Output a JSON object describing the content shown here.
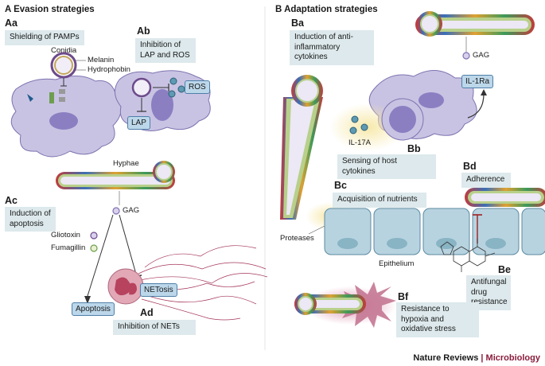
{
  "sections": {
    "A": "A  Evasion strategies",
    "B": "B  Adaptation strategies"
  },
  "panels": {
    "Aa": {
      "code": "Aa",
      "caption": "Shielding of PAMPs"
    },
    "Ab": {
      "code": "Ab",
      "caption": "Inhibition of LAP and ROS"
    },
    "Ac": {
      "code": "Ac",
      "caption": "Induction of apoptosis"
    },
    "Ad": {
      "code": "Ad",
      "caption": "Inhibition of NETs"
    },
    "Ba": {
      "code": "Ba",
      "caption": "Induction of anti-inflammatory cytokines"
    },
    "Bb": {
      "code": "Bb",
      "caption": "Sensing of host cytokines"
    },
    "Bc": {
      "code": "Bc",
      "caption": "Acquisition of nutrients"
    },
    "Bd": {
      "code": "Bd",
      "caption": "Adherence"
    },
    "Be": {
      "code": "Be",
      "caption": "Antifungal drug resistance"
    },
    "Bf": {
      "code": "Bf",
      "caption": "Resistance to hypoxia and oxidative stress"
    }
  },
  "labels": {
    "conidia": "Conidia",
    "melanin": "Melanin",
    "hydrophobin": "Hydrophobin",
    "ros": "ROS",
    "lap": "LAP",
    "hyphae": "Hyphae",
    "gag_a": "GAG",
    "gliotoxin": "Gliotoxin",
    "fumagillin": "Fumagillin",
    "netosis": "NETosis",
    "apoptosis": "Apoptosis",
    "gag_b": "GAG",
    "il1ra": "IL-1Ra",
    "il17a": "IL-17A",
    "proteases": "Proteases",
    "epithelium": "Epithelium"
  },
  "footer": {
    "journal": "Nature Reviews",
    "separator": "|",
    "subject": "Microbiology"
  },
  "colors": {
    "cell": "#c9c3e3",
    "nucleus": "#8b7fc2",
    "caption_bg": "#dde9ec",
    "callout_bg": "#bcd7ea",
    "epithelium": "#b8d3e0",
    "accent": "#8a1d3c"
  }
}
